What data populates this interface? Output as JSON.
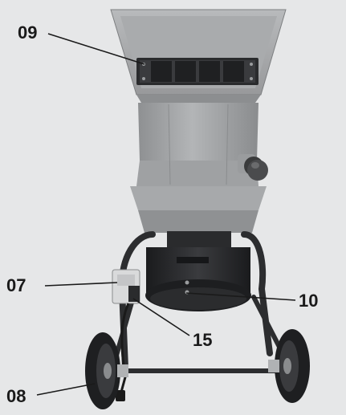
{
  "callouts": {
    "c09": "09",
    "c07": "07",
    "c10": "10",
    "c15": "15",
    "c08": "08"
  },
  "colors": {
    "background": "#e6e7e8",
    "hopper": "#a5a7a9",
    "body": "#9a9c9e",
    "frame": "#2c2d2f",
    "motor": "#232426",
    "rubber": "#1e1f21",
    "leader": "#1a1a1a"
  }
}
